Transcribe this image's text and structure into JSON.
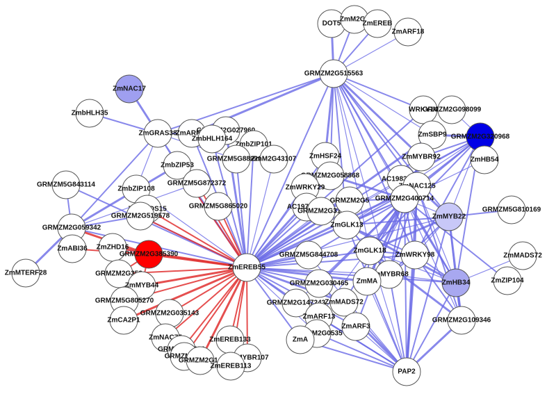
{
  "network": {
    "colors": {
      "node_default": "#ffffff",
      "edge_positive": "#6a6ae6",
      "edge_negative": "#e03030",
      "node_outline": "#555555"
    },
    "nodes": [
      {
        "id": "DOT5",
        "label": "DOT5",
        "fill": "#ffffff"
      },
      {
        "id": "ZmM2G0a",
        "label": "ZmM2G0",
        "fill": "#ffffff"
      },
      {
        "id": "ZmEREBa",
        "label": "ZmEREB",
        "fill": "#ffffff"
      },
      {
        "id": "ZmARF18",
        "label": "ZmARF18",
        "fill": "#ffffff"
      },
      {
        "id": "GRMZM2G515563",
        "label": "GRMZM2G515563",
        "fill": "#ffffff"
      },
      {
        "id": "ZmNAC17",
        "label": "ZmNAC17",
        "fill": "#9f9ff0"
      },
      {
        "id": "ZmbHLH35",
        "label": "ZmbHLH35",
        "fill": "#ffffff"
      },
      {
        "id": "ZmARF13a",
        "label": "ZmARF13",
        "fill": "#ffffff"
      },
      {
        "id": "ZmGRAS38",
        "label": "ZmGRAS38",
        "fill": "#ffffff"
      },
      {
        "id": "GRMZM2G027960",
        "label": "GRMZM2G027960",
        "fill": "#ffffff"
      },
      {
        "id": "ZmbHLH164",
        "label": "ZmbHLH164",
        "fill": "#ffffff"
      },
      {
        "id": "ZmbZIP101",
        "label": "ZmbZIP101",
        "fill": "#ffffff"
      },
      {
        "id": "GRMZM5G882227",
        "label": "GRMZM5G882227",
        "fill": "#ffffff"
      },
      {
        "id": "ZmM2G43107",
        "label": "ZmM2G43107",
        "fill": "#ffffff"
      },
      {
        "id": "ZmHSF24",
        "label": "ZmHSF24",
        "fill": "#ffffff"
      },
      {
        "id": "WRKY14",
        "label": "WRKY14",
        "fill": "#ffffff"
      },
      {
        "id": "GRMZM2G098099",
        "label": "GRMZM2G098099",
        "fill": "#ffffff"
      },
      {
        "id": "ZmSBP9",
        "label": "ZmSBP9",
        "fill": "#ffffff"
      },
      {
        "id": "GRMZM2G320968",
        "label": "GRMZM2G320968",
        "fill": "#0000e6"
      },
      {
        "id": "ZmMYBR92",
        "label": "ZmMYBR92",
        "fill": "#ffffff"
      },
      {
        "id": "AC198366.3",
        "label": "AC198366.3",
        "fill": "#ffffff"
      },
      {
        "id": "ZmHB54",
        "label": "ZmHB54",
        "fill": "#ffffff"
      },
      {
        "id": "GRMZM5G843114",
        "label": "GRMZM5G843114",
        "fill": "#ffffff"
      },
      {
        "id": "ZmbZIP53",
        "label": "ZmbZIP53",
        "fill": "#ffffff"
      },
      {
        "id": "GRMZM2G058868",
        "label": "GRMZM2G058868",
        "fill": "#ffffff"
      },
      {
        "id": "GRMZM5G872372",
        "label": "GRMZM5G872372",
        "fill": "#ffffff"
      },
      {
        "id": "ZmbZIP108",
        "label": "ZmbZIP108",
        "fill": "#ffffff"
      },
      {
        "id": "ZmWRKY29",
        "label": "ZmWRKY29",
        "fill": "#ffffff"
      },
      {
        "id": "ZmNAC125",
        "label": "ZmNAC125",
        "fill": "#ffffff"
      },
      {
        "id": "GRMZM2G400714",
        "label": "GRMZM2G400714",
        "fill": "#ffffff"
      },
      {
        "id": "ZmMADS15",
        "label": "ZmMADS15",
        "fill": "#ffffff"
      },
      {
        "id": "GRMZM5G865020",
        "label": "GRMZM5G865020",
        "fill": "#ffffff"
      },
      {
        "id": "AC197124.7",
        "label": "AC197124.7",
        "fill": "#ffffff"
      },
      {
        "id": "GRMZM2G318",
        "label": "GRMZM2G318",
        "fill": "#ffffff"
      },
      {
        "id": "GRMZM2G5a",
        "label": "GRMZM2G5",
        "fill": "#ffffff"
      },
      {
        "id": "GRMZM2G059342",
        "label": "GRMZM2G059342",
        "fill": "#ffffff"
      },
      {
        "id": "GRMZM2G519578",
        "label": "GRMZM2G519578",
        "fill": "#ffffff"
      },
      {
        "id": "ZmMYB22",
        "label": "ZmMYB22",
        "fill": "#c8c8f8"
      },
      {
        "id": "GRMZM5G810169",
        "label": "GRMZM5G810169",
        "fill": "#ffffff"
      },
      {
        "id": "ZmGLK13",
        "label": "ZmGLK13",
        "fill": "#ffffff"
      },
      {
        "id": "ZmZHD16",
        "label": "ZmZHD16",
        "fill": "#ffffff"
      },
      {
        "id": "ZmABI36",
        "label": "ZmABI36",
        "fill": "#ffffff"
      },
      {
        "id": "GRMZM2G385390",
        "label": "GRMZM2G385390",
        "fill": "#ff0000"
      },
      {
        "id": "ZmGLK18",
        "label": "ZmGLK18",
        "fill": "#ffffff"
      },
      {
        "id": "GRMZM5G844708",
        "label": "GRMZM5G844708",
        "fill": "#ffffff"
      },
      {
        "id": "ZmWRKY98",
        "label": "ZmWRKY98",
        "fill": "#ffffff"
      },
      {
        "id": "ZmMADS72a",
        "label": "ZmMADS72",
        "fill": "#ffffff"
      },
      {
        "id": "ZmMTERF28",
        "label": "ZmMTERF28",
        "fill": "#ffffff"
      },
      {
        "id": "ZmEREB55",
        "label": "ZmEREB55",
        "fill": "#ffffff"
      },
      {
        "id": "GRMZM2G358",
        "label": "GRMZM2G358",
        "fill": "#ffffff"
      },
      {
        "id": "ZmMYBR68",
        "label": "ZmMYBR68",
        "fill": "#ffffff"
      },
      {
        "id": "ZmMAa",
        "label": "ZmMA",
        "fill": "#ffffff"
      },
      {
        "id": "ZmHB34",
        "label": "ZmHB34",
        "fill": "#a8a8f0"
      },
      {
        "id": "ZmZIP104",
        "label": "ZmZIP104",
        "fill": "#ffffff"
      },
      {
        "id": "ZmMYB44",
        "label": "ZmMYB44",
        "fill": "#ffffff"
      },
      {
        "id": "GRMZM2G030465",
        "label": "GRMZM2G030465",
        "fill": "#ffffff"
      },
      {
        "id": "GRMZM5G805270",
        "label": "GRMZM5G805270",
        "fill": "#ffffff"
      },
      {
        "id": "GRMZM2G147243",
        "label": "GRMZM2G147243",
        "fill": "#ffffff"
      },
      {
        "id": "ZmMADS72b",
        "label": "ZmMADS72",
        "fill": "#ffffff"
      },
      {
        "id": "GRMZM2G035143",
        "label": "GRMZM2G035143",
        "fill": "#ffffff"
      },
      {
        "id": "GRMZM2G109346",
        "label": "GRMZM2G109346",
        "fill": "#ffffff"
      },
      {
        "id": "ZmCA2P1",
        "label": "ZmCA2P1",
        "fill": "#ffffff"
      },
      {
        "id": "ZmARF13b",
        "label": "ZmARF13",
        "fill": "#ffffff"
      },
      {
        "id": "ZmARF3",
        "label": "ZmARF3",
        "fill": "#ffffff"
      },
      {
        "id": "ZmNAC75",
        "label": "ZmNAC75",
        "fill": "#ffffff"
      },
      {
        "id": "GRMZM5G886",
        "label": "GRMZM5G886",
        "fill": "#ffffff"
      },
      {
        "id": "GRMZM2G0535",
        "label": "GRMZM2G0535",
        "fill": "#ffffff"
      },
      {
        "id": "ZmAa",
        "label": "ZmA",
        "fill": "#ffffff"
      },
      {
        "id": "ZmEREB133",
        "label": "ZmEREB133",
        "fill": "#ffffff"
      },
      {
        "id": "GRMZM2G1a",
        "label": "GRMZM2G1",
        "fill": "#ffffff"
      },
      {
        "id": "GRMZM2G14a",
        "label": "GRMZM2G14",
        "fill": "#ffffff"
      },
      {
        "id": "ZmMYBR107",
        "label": "ZmMYBR107",
        "fill": "#ffffff"
      },
      {
        "id": "ZmEREB113",
        "label": "ZmEREB113",
        "fill": "#ffffff"
      },
      {
        "id": "PAP2",
        "label": "PAP2",
        "fill": "#ffffff"
      }
    ],
    "edges_negative": [
      [
        "ZmEREB55",
        "GRMZM2G385390"
      ],
      [
        "ZmEREB55",
        "ZmMADS15"
      ],
      [
        "ZmEREB55",
        "GRMZM2G519578"
      ],
      [
        "ZmEREB55",
        "GRMZM5G865020"
      ],
      [
        "ZmEREB55",
        "ZmMYB44"
      ],
      [
        "ZmEREB55",
        "GRMZM2G358"
      ],
      [
        "ZmEREB55",
        "GRMZM5G805270"
      ],
      [
        "ZmEREB55",
        "GRMZM2G035143"
      ],
      [
        "ZmEREB55",
        "ZmCA2P1"
      ],
      [
        "ZmEREB55",
        "ZmNAC75"
      ],
      [
        "ZmEREB55",
        "GRMZM5G886"
      ],
      [
        "ZmEREB55",
        "GRMZM2G1a"
      ],
      [
        "ZmEREB55",
        "GRMZM2G14a"
      ],
      [
        "ZmEREB55",
        "ZmEREB133"
      ],
      [
        "ZmEREB55",
        "ZmMYBR107"
      ],
      [
        "ZmEREB55",
        "ZmEREB113"
      ],
      [
        "ZmEREB55",
        "ZmZHD16"
      ],
      [
        "ZmEREB55",
        "ZmbZIP53"
      ],
      [
        "ZmEREB55",
        "GRMZM5G872372"
      ],
      [
        "GRMZM2G385390",
        "ZmABI36"
      ],
      [
        "GRMZM2G385390",
        "GRMZM2G059342"
      ],
      [
        "GRMZM2G385390",
        "ZmMYB44"
      ],
      [
        "GRMZM2G385390",
        "GRMZM2G358"
      ]
    ],
    "edges_positive": [
      [
        "GRMZM2G515563",
        "DOT5"
      ],
      [
        "GRMZM2G515563",
        "ZmM2G0a"
      ],
      [
        "GRMZM2G515563",
        "ZmEREBa"
      ],
      [
        "GRMZM2G515563",
        "ZmARF18"
      ],
      [
        "GRMZM2G515563",
        "ZmGRAS38"
      ],
      [
        "GRMZM2G515563",
        "ZmARF13a"
      ],
      [
        "GRMZM2G515563",
        "GRMZM2G400714"
      ],
      [
        "GRMZM2G515563",
        "ZmNAC125"
      ],
      [
        "GRMZM2G515563",
        "WRKY14"
      ],
      [
        "GRMZM2G515563",
        "ZmSBP9"
      ],
      [
        "GRMZM2G515563",
        "ZmMYBR92"
      ],
      [
        "GRMZM2G515563",
        "ZmGLK13"
      ],
      [
        "GRMZM2G515563",
        "ZmGLK18"
      ],
      [
        "GRMZM2G515563",
        "ZmWRKY98"
      ],
      [
        "GRMZM2G515563",
        "ZmMYB22"
      ],
      [
        "GRMZM2G515563",
        "ZmHSF24"
      ],
      [
        "GRMZM2G515563",
        "ZmEREB55"
      ],
      [
        "GRMZM2G515563",
        "GRMZM2G058868"
      ],
      [
        "GRMZM2G515563",
        "ZmMYBR68"
      ],
      [
        "GRMZM2G515563",
        "ZmHB34"
      ],
      [
        "ZmNAC17",
        "ZmGRAS38"
      ],
      [
        "ZmGRAS38",
        "ZmbZIP53"
      ],
      [
        "ZmGRAS38",
        "GRMZM2G059342"
      ],
      [
        "ZmGRAS38",
        "ZmARF13a"
      ],
      [
        "ZmGRAS38",
        "GRMZM5G882227"
      ],
      [
        "ZmbZIP53",
        "GRMZM2G059342"
      ],
      [
        "ZmbZIP53",
        "ZmEREB55"
      ],
      [
        "GRMZM5G872372",
        "GRMZM2G059342"
      ],
      [
        "GRMZM2G059342",
        "ZmEREB55"
      ],
      [
        "GRMZM2G059342",
        "GRMZM2G519578"
      ],
      [
        "GRMZM2G059342",
        "ZmMTERF28"
      ],
      [
        "GRMZM2G059342",
        "GRMZM5G843114"
      ],
      [
        "GRMZM2G519578",
        "ZmEREB55"
      ],
      [
        "ZmZHD16",
        "GRMZM2G385390"
      ],
      [
        "ZmEREB55",
        "GRMZM2G400714"
      ],
      [
        "ZmEREB55",
        "ZmNAC125"
      ],
      [
        "ZmEREB55",
        "ZmGLK13"
      ],
      [
        "ZmEREB55",
        "ZmGLK18"
      ],
      [
        "ZmEREB55",
        "ZmWRKY98"
      ],
      [
        "ZmEREB55",
        "ZmMYBR68"
      ],
      [
        "ZmEREB55",
        "ZmMAa"
      ],
      [
        "ZmEREB55",
        "ZmHB34"
      ],
      [
        "ZmEREB55",
        "ZmMYB22"
      ],
      [
        "ZmEREB55",
        "GRMZM2G030465"
      ],
      [
        "ZmEREB55",
        "GRMZM2G147243"
      ],
      [
        "ZmEREB55",
        "ZmMADS72b"
      ],
      [
        "ZmEREB55",
        "ZmARF13b"
      ],
      [
        "ZmEREB55",
        "ZmARF3"
      ],
      [
        "ZmEREB55",
        "GRMZM2G0535"
      ],
      [
        "ZmEREB55",
        "ZmAa"
      ],
      [
        "ZmEREB55",
        "GRMZM5G844708"
      ],
      [
        "ZmEREB55",
        "GRMZM2G318"
      ],
      [
        "ZmEREB55",
        "GRMZM2G5a"
      ],
      [
        "ZmEREB55",
        "AC197124.7"
      ],
      [
        "ZmEREB55",
        "ZmWRKY29"
      ],
      [
        "ZmEREB55",
        "GRMZM2G058868"
      ],
      [
        "ZmEREB55",
        "ZmHSF24"
      ],
      [
        "ZmEREB55",
        "ZmM2G43107"
      ],
      [
        "ZmEREB55",
        "GRMZM5G882227"
      ],
      [
        "ZmEREB55",
        "ZmbZIP101"
      ],
      [
        "ZmEREB55",
        "GRMZM2G027960"
      ],
      [
        "ZmEREB55",
        "ZmbHLH164"
      ],
      [
        "ZmEREB55",
        "ZmARF13a"
      ],
      [
        "ZmEREB55",
        "AC198366.3"
      ],
      [
        "ZmEREB55",
        "ZmMYBR92"
      ],
      [
        "ZmEREB55",
        "ZmSBP9"
      ],
      [
        "ZmEREB55",
        "GRMZM2G320968"
      ],
      [
        "ZmEREB55",
        "WRKY14"
      ],
      [
        "GRMZM2G400714",
        "ZmNAC125"
      ],
      [
        "GRMZM2G400714",
        "ZmGLK13"
      ],
      [
        "GRMZM2G400714",
        "ZmGLK18"
      ],
      [
        "GRMZM2G400714",
        "ZmWRKY98"
      ],
      [
        "GRMZM2G400714",
        "ZmMYB22"
      ],
      [
        "GRMZM2G400714",
        "ZmHB34"
      ],
      [
        "GRMZM2G400714",
        "GRMZM2G320968"
      ],
      [
        "GRMZM2G400714",
        "ZmSBP9"
      ],
      [
        "GRMZM2G400714",
        "ZmMYBR92"
      ],
      [
        "GRMZM2G400714",
        "AC198366.3"
      ],
      [
        "GRMZM2G400714",
        "ZmHB54"
      ],
      [
        "GRMZM2G400714",
        "ZmMYBR68"
      ],
      [
        "GRMZM2G400714",
        "ZmMAa"
      ],
      [
        "GRMZM2G400714",
        "GRMZM2G109346"
      ],
      [
        "GRMZM2G400714",
        "ZmZIP104"
      ],
      [
        "GRMZM2G400714",
        "PAP2"
      ],
      [
        "GRMZM2G400714",
        "GRMZM2G147243"
      ],
      [
        "GRMZM2G400714",
        "GRMZM2G030465"
      ],
      [
        "GRMZM2G400714",
        "ZmMADS72b"
      ],
      [
        "GRMZM2G400714",
        "ZmARF13b"
      ],
      [
        "GRMZM2G400714",
        "ZmARF3"
      ],
      [
        "GRMZM2G400714",
        "GRMZM5G844708"
      ],
      [
        "GRMZM2G400714",
        "GRMZM2G058868"
      ],
      [
        "GRMZM2G400714",
        "GRMZM2G5a"
      ],
      [
        "ZmNAC125",
        "ZmGLK13"
      ],
      [
        "ZmNAC125",
        "ZmGLK18"
      ],
      [
        "ZmNAC125",
        "ZmWRKY98"
      ],
      [
        "ZmNAC125",
        "ZmMYB22"
      ],
      [
        "ZmNAC125",
        "ZmHB34"
      ],
      [
        "ZmNAC125",
        "GRMZM2G320968"
      ],
      [
        "ZmNAC125",
        "ZmMYBR68"
      ],
      [
        "ZmNAC125",
        "ZmMAa"
      ],
      [
        "ZmNAC125",
        "PAP2"
      ],
      [
        "ZmNAC125",
        "GRMZM2G109346"
      ],
      [
        "ZmGLK13",
        "ZmGLK18"
      ],
      [
        "ZmGLK13",
        "ZmWRKY98"
      ],
      [
        "ZmGLK13",
        "ZmMYB22"
      ],
      [
        "ZmGLK13",
        "ZmHB34"
      ],
      [
        "ZmGLK13",
        "ZmMYBR68"
      ],
      [
        "ZmGLK13",
        "PAP2"
      ],
      [
        "ZmGLK13",
        "GRMZM2G320968"
      ],
      [
        "ZmGLK18",
        "ZmWRKY98"
      ],
      [
        "ZmGLK18",
        "ZmMYB22"
      ],
      [
        "ZmGLK18",
        "ZmHB34"
      ],
      [
        "ZmGLK18",
        "ZmMYBR68"
      ],
      [
        "ZmGLK18",
        "ZmMAa"
      ],
      [
        "ZmGLK18",
        "PAP2"
      ],
      [
        "ZmGLK18",
        "GRMZM2G109346"
      ],
      [
        "ZmGLK18",
        "GRMZM2G320968"
      ],
      [
        "ZmWRKY98",
        "ZmMYB22"
      ],
      [
        "ZmWRKY98",
        "ZmHB34"
      ],
      [
        "ZmWRKY98",
        "ZmMYBR68"
      ],
      [
        "ZmWRKY98",
        "PAP2"
      ],
      [
        "ZmWRKY98",
        "GRMZM2G109346"
      ],
      [
        "ZmWRKY98",
        "GRMZM2G320968"
      ],
      [
        "ZmMYB22",
        "ZmHB34"
      ],
      [
        "ZmMYB22",
        "GRMZM5G810169"
      ],
      [
        "ZmMYB22",
        "GRMZM2G109346"
      ],
      [
        "ZmMYB22",
        "GRMZM2G320968"
      ],
      [
        "ZmMYB22",
        "ZmMYBR68"
      ],
      [
        "ZmMYB22",
        "PAP2"
      ],
      [
        "ZmHB34",
        "ZmMADS72a"
      ],
      [
        "ZmHB34",
        "GRMZM2G109346"
      ],
      [
        "ZmHB34",
        "PAP2"
      ],
      [
        "ZmHB34",
        "ZmMYBR68"
      ],
      [
        "ZmHB34",
        "GRMZM2G320968"
      ],
      [
        "GRMZM2G320968",
        "ZmMYBR92"
      ],
      [
        "GRMZM2G320968",
        "ZmSBP9"
      ],
      [
        "GRMZM2G320968",
        "AC198366.3"
      ],
      [
        "GRMZM2G320968",
        "ZmHB54"
      ],
      [
        "GRMZM2G320968",
        "GRMZM2G098099"
      ],
      [
        "WRKY14",
        "GRMZM2G098099"
      ],
      [
        "WRKY14",
        "ZmSBP9"
      ],
      [
        "ZmSBP9",
        "ZmMYBR92"
      ],
      [
        "ZmMYBR68",
        "PAP2"
      ],
      [
        "ZmMYBR68",
        "ZmMAa"
      ],
      [
        "ZmMAa",
        "PAP2"
      ],
      [
        "GRMZM2G109346",
        "PAP2"
      ],
      [
        "ZmARF13b",
        "PAP2"
      ],
      [
        "ZmARF3",
        "PAP2"
      ],
      [
        "GRMZM2G0535",
        "PAP2"
      ],
      [
        "ZmAa",
        "PAP2"
      ],
      [
        "GRMZM2G030465",
        "PAP2"
      ],
      [
        "GRMZM2G147243",
        "PAP2"
      ],
      [
        "ZmMADS72b",
        "PAP2"
      ],
      [
        "GRMZM5G844708",
        "PAP2"
      ],
      [
        "ZmGRAS38",
        "ZmbHLH35"
      ],
      [
        "GRMZM2G059342",
        "ZmABI36"
      ],
      [
        "ZmbZIP108",
        "ZmEREB55"
      ],
      [
        "GRMZM5G843114",
        "ZmEREB55"
      ],
      [
        "ZmGRAS38",
        "ZmEREB55"
      ],
      [
        "ZmGRAS38",
        "ZmbZIP108"
      ],
      [
        "GRMZM2G318",
        "GRMZM2G5a"
      ],
      [
        "AC197124.7",
        "GRMZM2G318"
      ],
      [
        "ZmWRKY29",
        "GRMZM2G058868"
      ]
    ]
  }
}
